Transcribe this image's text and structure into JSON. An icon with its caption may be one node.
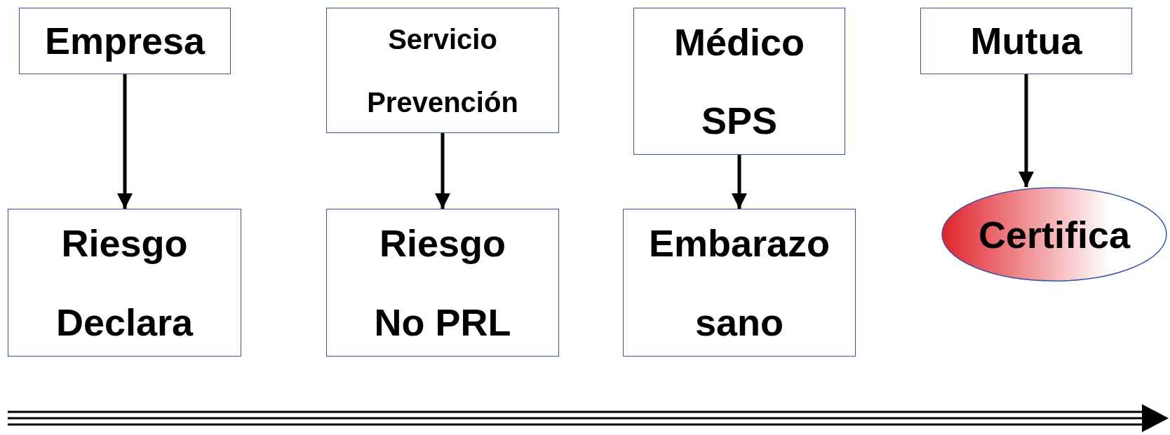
{
  "diagram": {
    "nodes": [
      {
        "text": [
          "Empresa"
        ]
      },
      {
        "text": [
          "Servicio Prevención"
        ]
      },
      {
        "text": [
          "Médico SPS"
        ]
      },
      {
        "text": [
          "Mutua"
        ]
      },
      {
        "text": [
          "Riesgo Declara"
        ]
      },
      {
        "text": [
          "Riesgo No PRL"
        ]
      },
      {
        "text": [
          "Embarazo sano"
        ]
      },
      {
        "text": [
          "Certifica"
        ]
      }
    ],
    "edges": [
      {
        "from": 0,
        "to": 4,
        "arrow": "to"
      },
      {
        "from": 1,
        "to": 5,
        "arrow": "to"
      },
      {
        "from": 2,
        "to": 6,
        "arrow": "to"
      },
      {
        "from": 3,
        "to": 7,
        "arrow": "to"
      }
    ]
  }
}
